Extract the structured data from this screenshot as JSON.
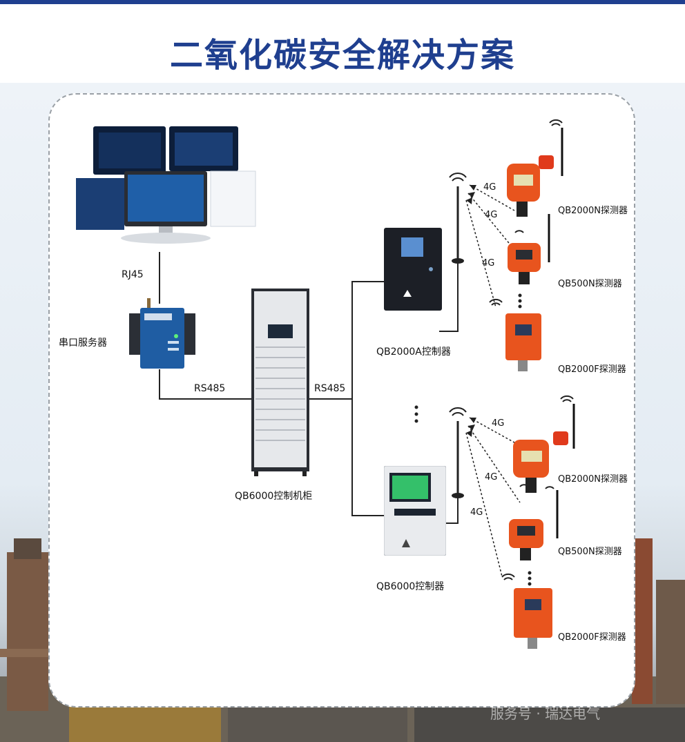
{
  "title": "二氧化碳安全解决方案",
  "labels": {
    "rj45": "RJ45",
    "serial_server": "串口服务器",
    "rs485_left": "RS485",
    "rs485_right": "RS485",
    "cabinet": "QB6000控制机柜",
    "controller_a": "QB2000A控制器",
    "controller_b": "QB6000控制器",
    "det1": "QB2000N探测器",
    "det2": "QB500N探测器",
    "det3": "QB2000F探测器",
    "det4": "QB2000N探测器",
    "det5": "QB500N探测器",
    "det6": "QB2000F探测器",
    "g1": "4G",
    "g2": "4G",
    "g3": "4G",
    "g4": "4G",
    "g5": "4G",
    "g6": "4G"
  },
  "watermark": "服务号 · 瑞达电气",
  "colors": {
    "title": "#1f3f8f",
    "detector": "#e8541e",
    "controller_dark": "#1c1f26",
    "controller_light": "#e9ebee",
    "screen_green": "#34c06a"
  }
}
